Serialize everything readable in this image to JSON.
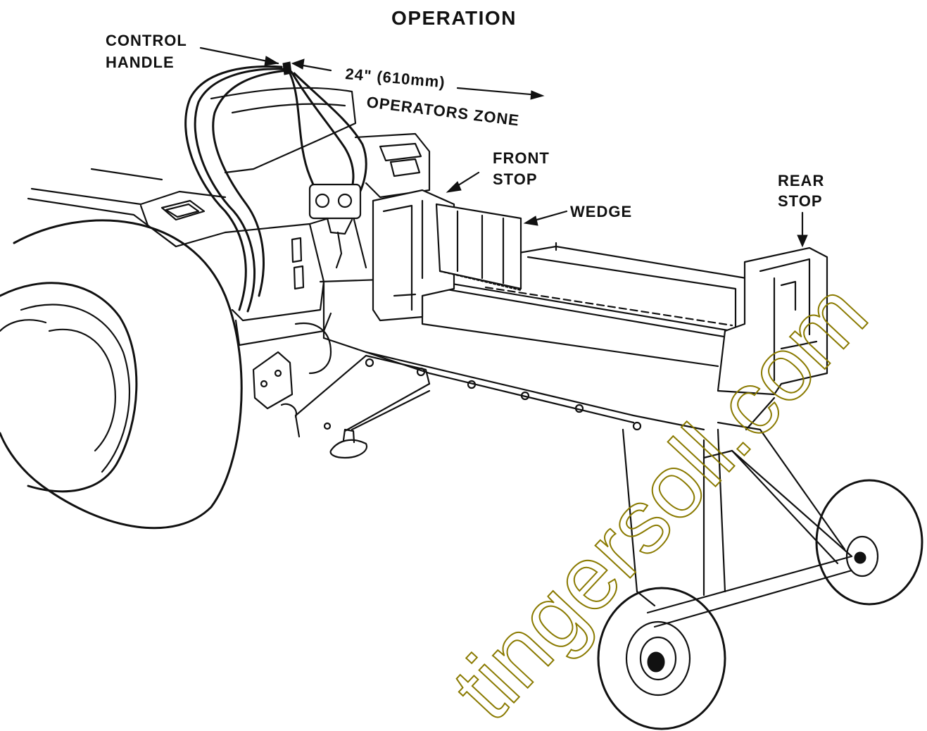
{
  "title": "OPERATION",
  "labels": {
    "control_handle_line1": "CONTROL",
    "control_handle_line2": "HANDLE",
    "zone_dimension": "24\" (610mm)",
    "zone_name": "OPERATORS ZONE",
    "front_stop_line1": "FRONT",
    "front_stop_line2": "STOP",
    "wedge": "WEDGE",
    "rear_stop_line1": "REAR",
    "rear_stop_line2": "STOP"
  },
  "watermark": "tingersoll.com",
  "colors": {
    "ink": "#111111",
    "watermark": "#8a7a00",
    "background": "#ffffff"
  }
}
